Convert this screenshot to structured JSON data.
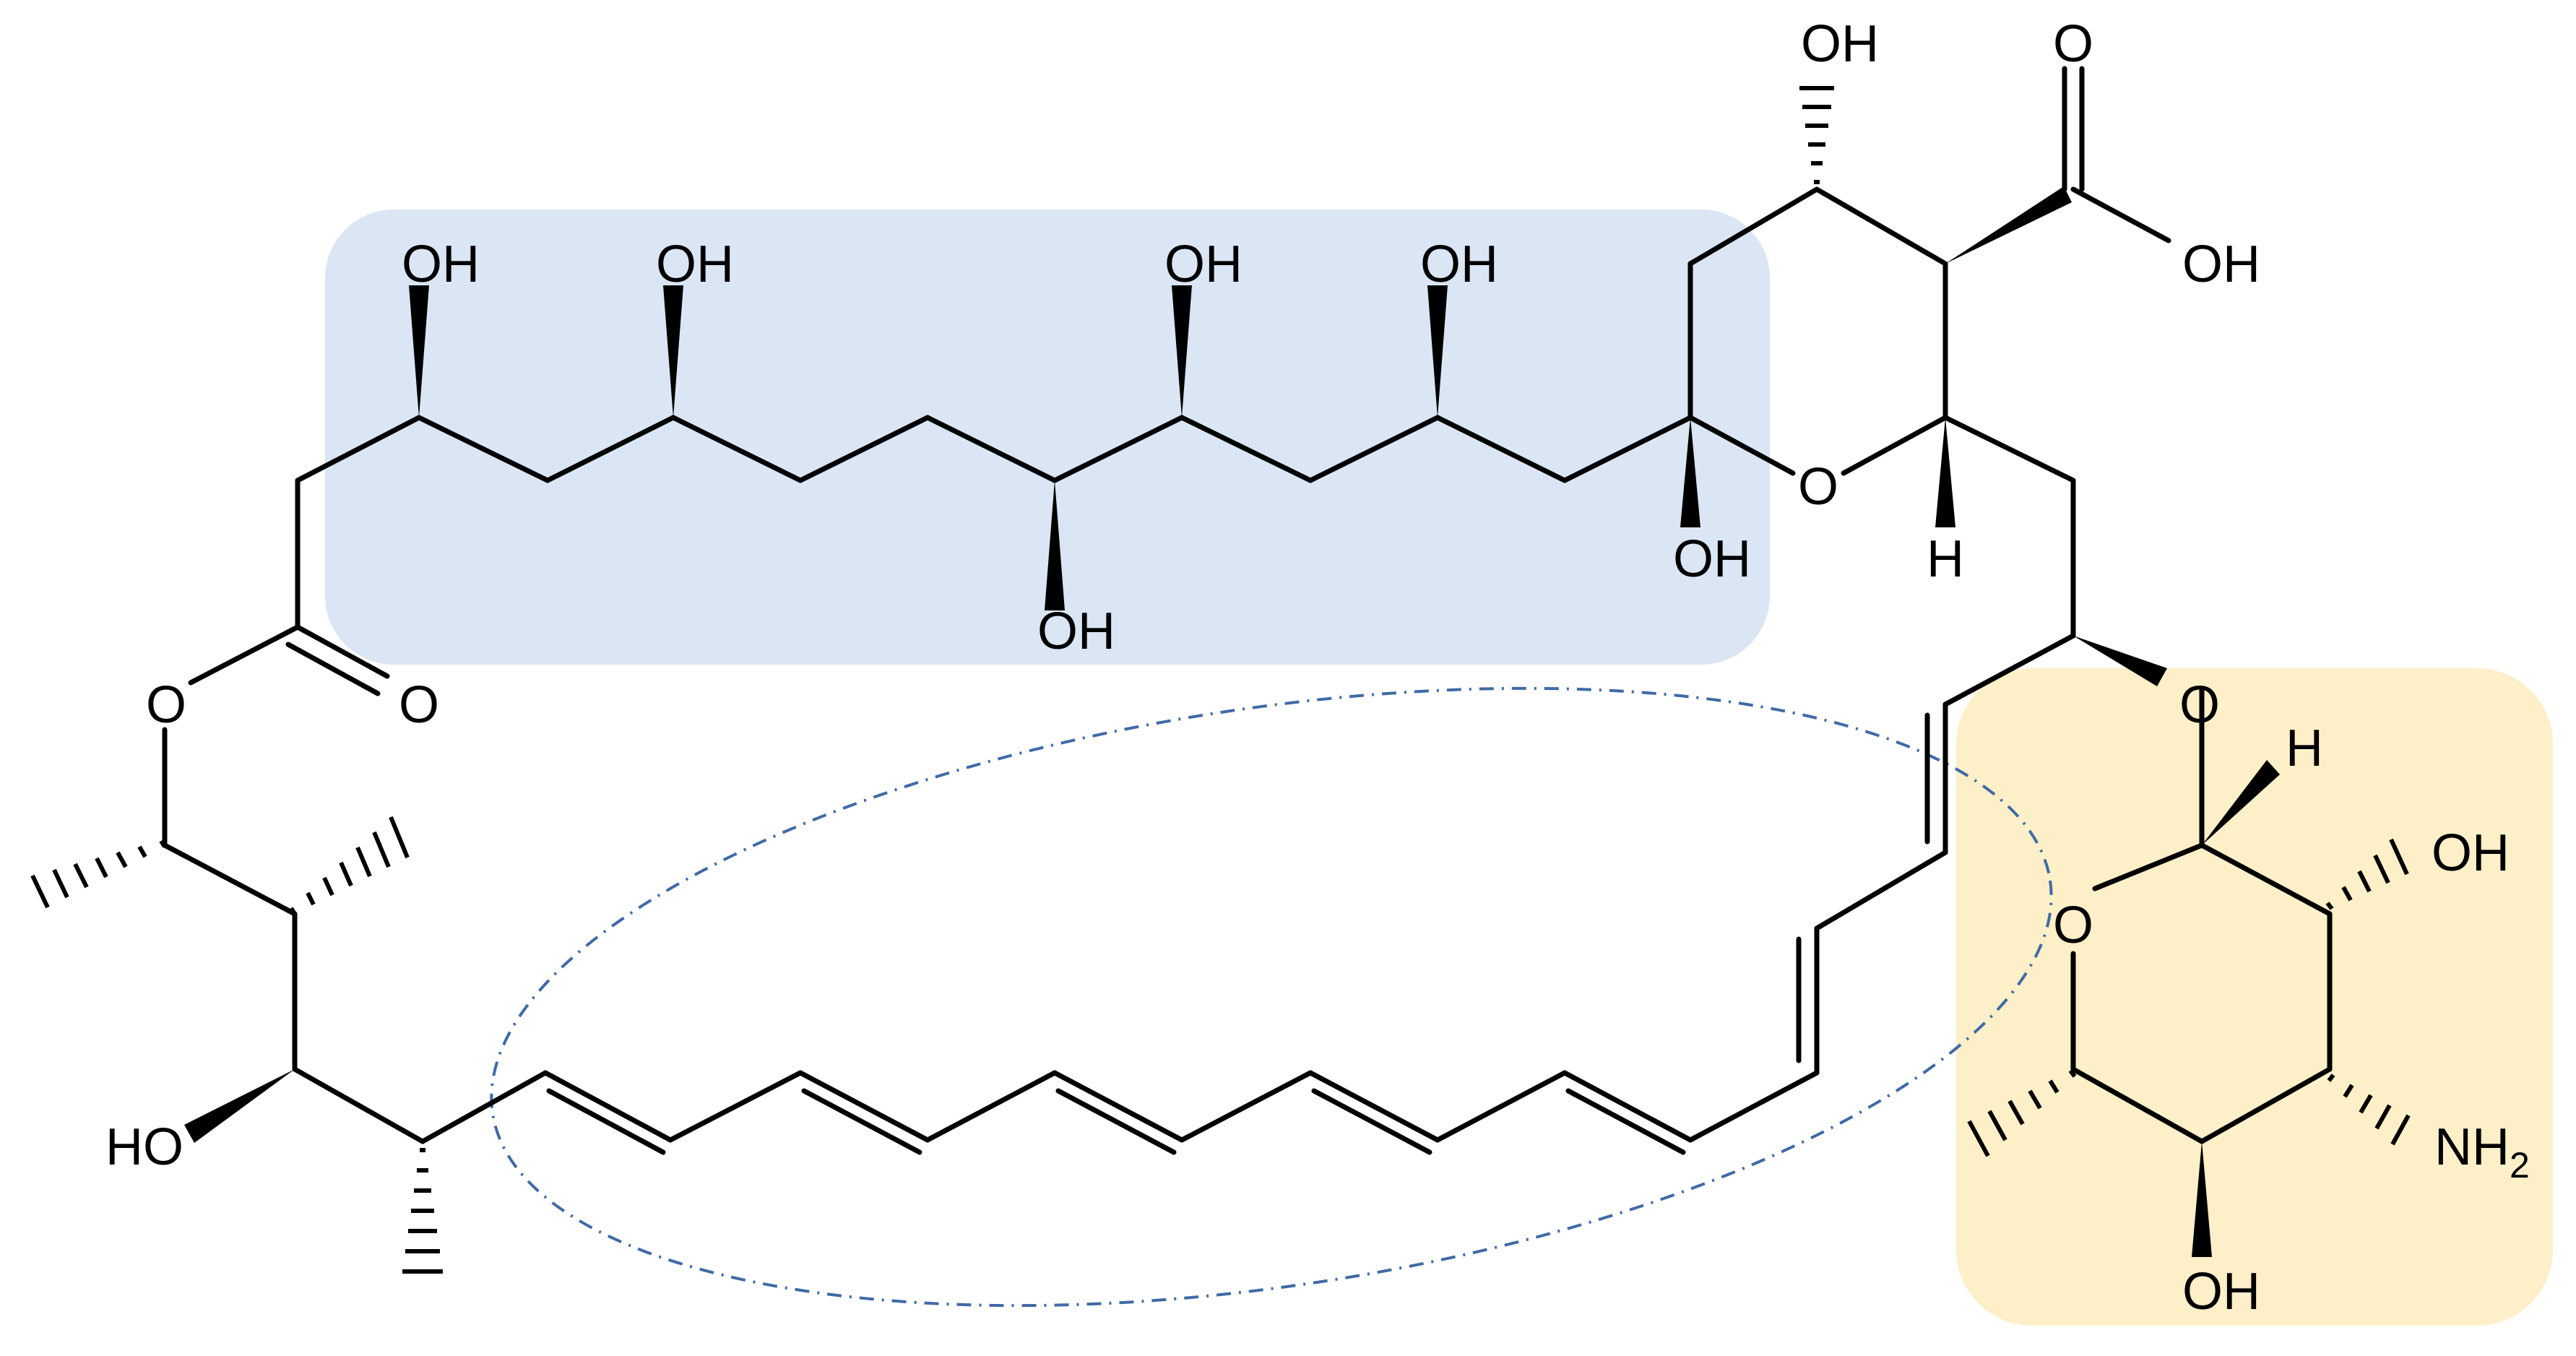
{
  "highlights": {
    "polyol_region_color": "#dae6f3",
    "sugar_region_color": "#fdefc8",
    "polyene_ellipse_color": "#3f6aa6"
  },
  "labels": {
    "oh": "OH",
    "ho": "HO",
    "o": "O",
    "h": "H",
    "nh": "NH",
    "nh_sub": "2"
  }
}
